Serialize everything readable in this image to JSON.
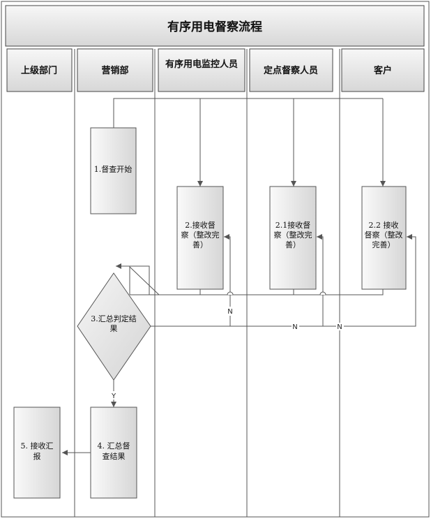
{
  "title": "有序用电督察流程",
  "lanes": [
    {
      "key": "superior",
      "label": "上级部门"
    },
    {
      "key": "marketing",
      "label": "营销部"
    },
    {
      "key": "monitor",
      "label": "有序用电监控人员"
    },
    {
      "key": "inspector",
      "label": "定点督察人员"
    },
    {
      "key": "customer",
      "label": "客户"
    }
  ],
  "nodes": {
    "start": "1.督查开始",
    "receive_monitor": "2.接收督察（整改完善）",
    "receive_inspector": "2.1接收督察（整改完善）",
    "receive_customer": "2.2 接收督察（整改完善）",
    "decision": "3.汇总判定结果",
    "summary": "4. 汇总督查结果",
    "report": "5. 接收汇报"
  },
  "edge_labels": {
    "no_monitor": "N",
    "no_inspector": "N",
    "no_customer": "N",
    "yes": "Y"
  },
  "colors": {
    "border": "#444444",
    "line": "#555555",
    "fill_light": "#f4f4f4",
    "fill_dark": "#dedede"
  }
}
